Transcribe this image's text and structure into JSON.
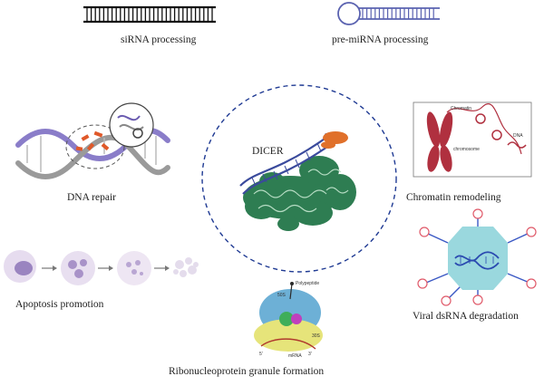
{
  "center": {
    "label": "DICER"
  },
  "functions": {
    "sirna": "siRNA processing",
    "premirna": "pre-miRNA processing",
    "dna_repair": "DNA repair",
    "chromatin": "Chromatin remodeling",
    "apoptosis": "Apoptosis promotion",
    "viral": "Viral dsRNA degradation",
    "rnp": "Ribonucleoprotein granule formation"
  },
  "chromatin_labels": {
    "chromatin": "Chromatin",
    "chromosome": "chromosome",
    "dna": "DNA"
  },
  "ribosome_labels": {
    "polypeptide": "Polypeptide",
    "s50": "50S",
    "s30": "30S",
    "mrna": "mRNA",
    "five": "5'",
    "three": "3'"
  },
  "colors": {
    "dashed_ring": "#1f3a93",
    "dicer_protein": "#2e7d52",
    "rna_helix": "#3a4a9c",
    "chromosome": "#b0303f",
    "hexagon": "#9ad8de",
    "viral_rna": "#2a4ab0"
  }
}
